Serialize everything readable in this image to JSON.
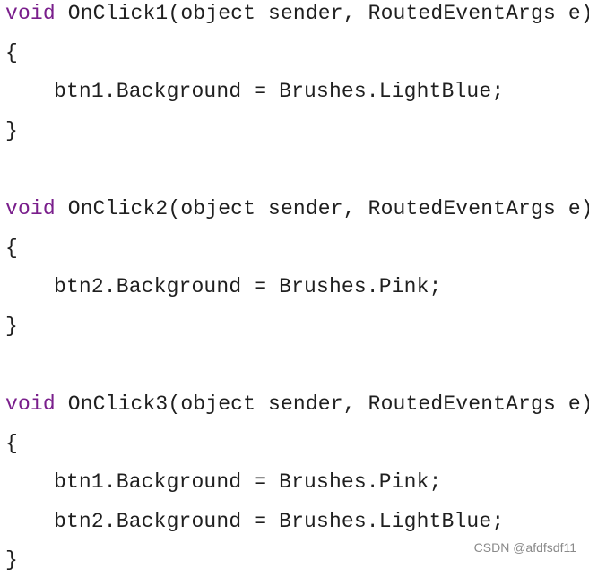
{
  "code": {
    "keyword": "void",
    "method1": {
      "signature": " OnClick1(object sender, RoutedEventArgs e)",
      "open_brace": "{",
      "body": [
        "btn1.Background = Brushes.LightBlue;"
      ],
      "close_brace": "}"
    },
    "method2": {
      "signature": " OnClick2(object sender, RoutedEventArgs e)",
      "open_brace": "{",
      "body": [
        "btn2.Background = Brushes.Pink;"
      ],
      "close_brace": "}"
    },
    "method3": {
      "signature": " OnClick3(object sender, RoutedEventArgs e)",
      "open_brace": "{",
      "body": [
        "btn1.Background = Brushes.Pink;",
        "btn2.Background = Brushes.LightBlue;"
      ],
      "close_brace": "}"
    }
  },
  "colors": {
    "keyword": "#7a1f8c",
    "text": "#1f1f1f",
    "background": "#ffffff",
    "watermark": "#8a8a8a"
  },
  "watermark": "CSDN @afdfsdf11"
}
